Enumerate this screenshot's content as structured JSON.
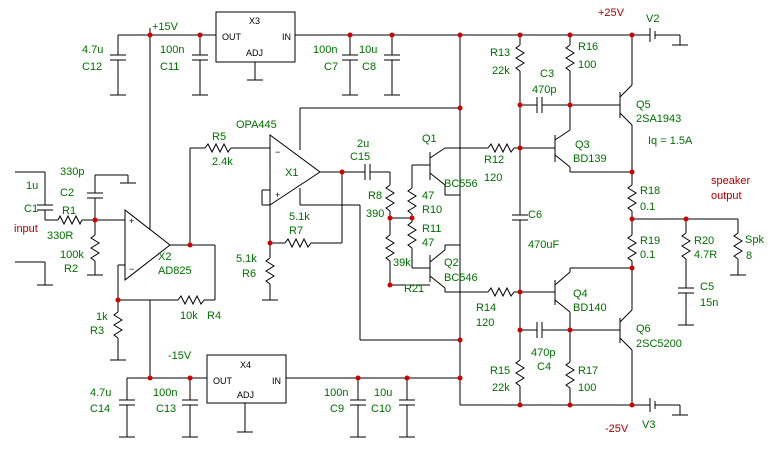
{
  "rails": {
    "pos15": "+15V",
    "neg15": "-15V",
    "pos25": "+25V",
    "neg25": "-25V"
  },
  "input_label": "input",
  "output_label": {
    "line1": "speaker",
    "line2": "output"
  },
  "quiescent": "Iq = 1.5A",
  "regulators": {
    "x3": {
      "ref": "X3",
      "out": "OUT",
      "in": "IN",
      "adj": "ADJ"
    },
    "x4": {
      "ref": "X4",
      "out": "OUT",
      "in": "IN",
      "adj": "ADJ"
    }
  },
  "opamps": {
    "x1": {
      "ref": "X1",
      "part": "OPA445"
    },
    "x2": {
      "ref": "X2",
      "part": "AD825"
    }
  },
  "sources": {
    "v2": "V2",
    "v3": "V3"
  },
  "components": {
    "c1": {
      "ref": "C1",
      "val": "1u"
    },
    "c2": {
      "ref": "C2",
      "val": "330p"
    },
    "c3": {
      "ref": "C3",
      "val": "470p"
    },
    "c4": {
      "ref": "C4",
      "val": "470p"
    },
    "c5": {
      "ref": "C5",
      "val": "15n"
    },
    "c6": {
      "ref": "C6",
      "val": "470uF"
    },
    "c7": {
      "ref": "C7",
      "val": "100n"
    },
    "c8": {
      "ref": "C8",
      "val": "10u"
    },
    "c9": {
      "ref": "C9",
      "val": "100n"
    },
    "c10": {
      "ref": "C10",
      "val": "10u"
    },
    "c11": {
      "ref": "C11",
      "val": "100n"
    },
    "c12": {
      "ref": "C12",
      "val": "4.7u"
    },
    "c13": {
      "ref": "C13",
      "val": "100n"
    },
    "c14": {
      "ref": "C14",
      "val": "4.7u"
    },
    "c15": {
      "ref": "C15",
      "val": "2u"
    },
    "r1": {
      "ref": "R1",
      "val": "330R"
    },
    "r2": {
      "ref": "R2",
      "val": "100k"
    },
    "r3": {
      "ref": "R3",
      "val": "1k"
    },
    "r4": {
      "ref": "R4",
      "val": "10k"
    },
    "r5": {
      "ref": "R5",
      "val": "2.4k"
    },
    "r6": {
      "ref": "R6",
      "val": "5.1k"
    },
    "r7": {
      "ref": "R7",
      "val": "5.1k"
    },
    "r8": {
      "ref": "R8",
      "val": "390"
    },
    "r9": {
      "ref": "",
      "val": "39k"
    },
    "r10": {
      "ref": "R10",
      "val": "47"
    },
    "r11": {
      "ref": "R11",
      "val": "47"
    },
    "r12": {
      "ref": "R12",
      "val": "120"
    },
    "r13": {
      "ref": "R13",
      "val": "22k"
    },
    "r14": {
      "ref": "R14",
      "val": "120"
    },
    "r15": {
      "ref": "R15",
      "val": "22k"
    },
    "r16": {
      "ref": "R16",
      "val": "100"
    },
    "r17": {
      "ref": "R17",
      "val": "100"
    },
    "r18": {
      "ref": "R18",
      "val": "0.1"
    },
    "r19": {
      "ref": "R19",
      "val": "0.1"
    },
    "r20": {
      "ref": "R20",
      "val": "4.7R"
    },
    "r21": {
      "ref": "R21",
      "val": ""
    },
    "spk": {
      "ref": "Spk",
      "val": "8"
    }
  },
  "transistors": {
    "q1": {
      "ref": "Q1",
      "part": "BC556"
    },
    "q2": {
      "ref": "Q2",
      "part": "BC546"
    },
    "q3": {
      "ref": "Q3",
      "part": "BD139"
    },
    "q4": {
      "ref": "Q4",
      "part": "BD140"
    },
    "q5": {
      "ref": "Q5",
      "part": "2SA1943"
    },
    "q6": {
      "ref": "Q6",
      "part": "2SC5200"
    }
  }
}
